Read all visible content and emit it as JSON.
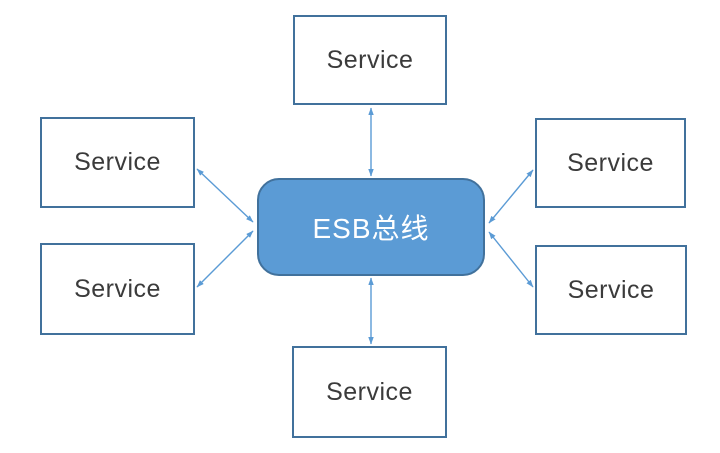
{
  "diagram": {
    "type": "hub-and-spoke",
    "center_node": {
      "id": "center",
      "label": "ESB总线",
      "shape": "rounded-rectangle"
    },
    "service_nodes": [
      {
        "id": "top",
        "label": "Service",
        "shape": "rectangle"
      },
      {
        "id": "upper-left",
        "label": "Service",
        "shape": "rectangle"
      },
      {
        "id": "upper-right",
        "label": "Service",
        "shape": "rectangle"
      },
      {
        "id": "lower-left",
        "label": "Service",
        "shape": "rectangle"
      },
      {
        "id": "lower-right",
        "label": "Service",
        "shape": "rectangle"
      },
      {
        "id": "bottom",
        "label": "Service",
        "shape": "rectangle"
      }
    ],
    "connections": [
      {
        "from": "top",
        "to": "center",
        "style": "bidirectional-arrow"
      },
      {
        "from": "upper-left",
        "to": "center",
        "style": "bidirectional-arrow"
      },
      {
        "from": "upper-right",
        "to": "center",
        "style": "bidirectional-arrow"
      },
      {
        "from": "lower-left",
        "to": "center",
        "style": "bidirectional-arrow"
      },
      {
        "from": "lower-right",
        "to": "center",
        "style": "bidirectional-arrow"
      },
      {
        "from": "bottom",
        "to": "center",
        "style": "bidirectional-arrow"
      }
    ],
    "colors": {
      "center_fill": "#5B9BD5",
      "center_border": "#41719C",
      "center_text": "#FFFFFF",
      "service_fill": "#FFFFFF",
      "service_border": "#41719C",
      "service_text": "#3B3B3B",
      "arrow": "#5B9BD5",
      "background": "#FFFFFF"
    }
  }
}
